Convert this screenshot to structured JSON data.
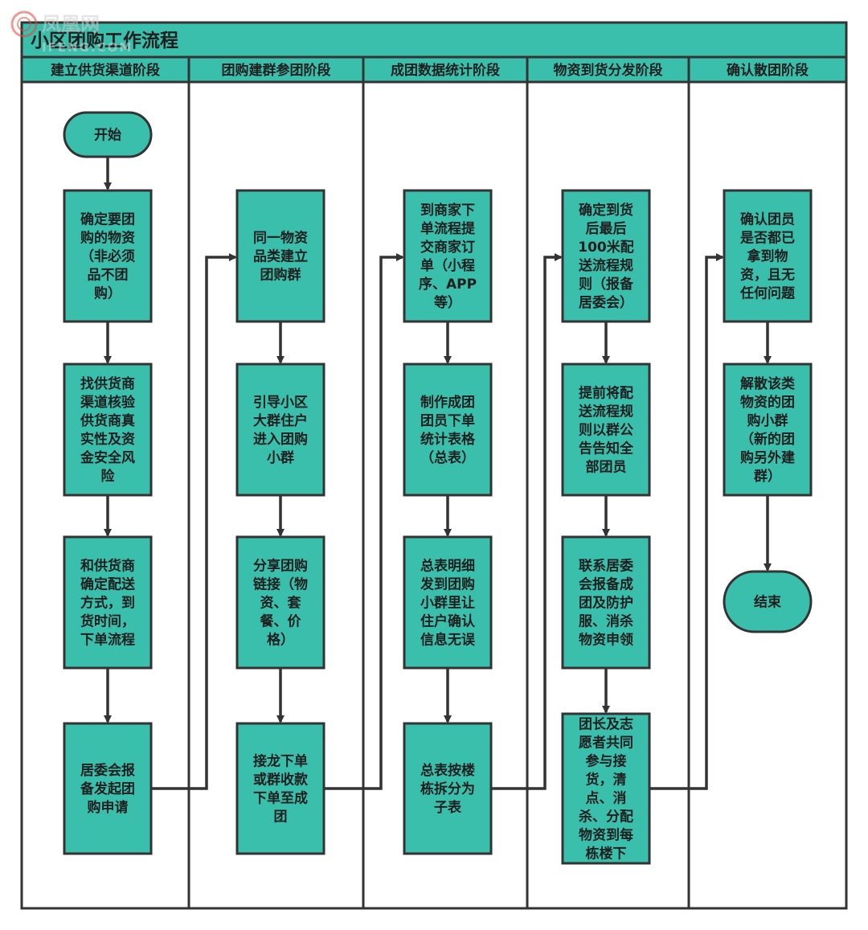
{
  "watermark": {
    "brand": "凤凰网",
    "domain": "IFENG.COM"
  },
  "title": "小区团购工作流程",
  "lanes": [
    {
      "label": "建立供货渠道阶段"
    },
    {
      "label": "团购建群参团阶段"
    },
    {
      "label": "成团数据统计阶段"
    },
    {
      "label": "物资到货分发阶段"
    },
    {
      "label": "确认散团阶段"
    }
  ],
  "nodes": {
    "start": {
      "kind": "terminal",
      "lines": [
        "开始"
      ]
    },
    "n1_1": {
      "kind": "process",
      "lines": [
        "确定要团",
        "购的物资",
        "（非必须",
        "品不团",
        "购）"
      ]
    },
    "n1_2": {
      "kind": "process",
      "lines": [
        "找供货商",
        "渠道核验",
        "供货商真",
        "实性及资",
        "金安全风",
        "险"
      ]
    },
    "n1_3": {
      "kind": "process",
      "lines": [
        "和供货商",
        "确定配送",
        "方式，到",
        "货时间，",
        "下单流程"
      ]
    },
    "n1_4": {
      "kind": "process",
      "lines": [
        "居委会报",
        "备发起团",
        "购申请"
      ]
    },
    "n2_1": {
      "kind": "process",
      "lines": [
        "同一物资",
        "品类建立",
        "团购群"
      ]
    },
    "n2_2": {
      "kind": "process",
      "lines": [
        "引导小区",
        "大群住户",
        "进入团购",
        "小群"
      ]
    },
    "n2_3": {
      "kind": "process",
      "lines": [
        "分享团购",
        "链接（物",
        "资、套",
        "餐、价",
        "格）"
      ]
    },
    "n2_4": {
      "kind": "process",
      "lines": [
        "接龙下单",
        "或群收款",
        "下单至成",
        "团"
      ]
    },
    "n3_1": {
      "kind": "process",
      "lines": [
        "到商家下",
        "单流程提",
        "交商家订",
        "单（小程",
        "序、APP",
        "等）"
      ]
    },
    "n3_2": {
      "kind": "process",
      "lines": [
        "制作成团",
        "团员下单",
        "统计表格",
        "（总表）"
      ]
    },
    "n3_3": {
      "kind": "process",
      "lines": [
        "总表明细",
        "发到团购",
        "小群里让",
        "住户确认",
        "信息无误"
      ]
    },
    "n3_4": {
      "kind": "process",
      "lines": [
        "总表按楼",
        "栋拆分为",
        "子表"
      ]
    },
    "n4_1": {
      "kind": "process",
      "lines": [
        "确定到货",
        "后最后",
        "100米配",
        "送流程规",
        "则（报备",
        "居委会）"
      ]
    },
    "n4_2": {
      "kind": "process",
      "lines": [
        "提前将配",
        "送流程规",
        "则以群公",
        "告告知全",
        "部团员"
      ]
    },
    "n4_3": {
      "kind": "process",
      "lines": [
        "联系居委",
        "会报备成",
        "团及防护",
        "服、消杀",
        "物资申领"
      ]
    },
    "n4_4": {
      "kind": "process",
      "lines": [
        "团长及志",
        "愿者共同",
        "参与接",
        "货，清",
        "点、消",
        "杀、分配",
        "物资到每",
        "栋楼下"
      ]
    },
    "n5_1": {
      "kind": "process",
      "lines": [
        "确认团员",
        "是否都已",
        "拿到物",
        "资，且无",
        "任何问题"
      ]
    },
    "n5_2": {
      "kind": "process",
      "lines": [
        "解散该类",
        "物资的团",
        "购小群",
        "（新的团",
        "购另外建",
        "群）"
      ]
    },
    "end": {
      "kind": "terminal",
      "lines": [
        "结束"
      ]
    }
  },
  "edges": [
    {
      "from": "start",
      "to": "n1_1"
    },
    {
      "from": "n1_1",
      "to": "n1_2"
    },
    {
      "from": "n1_2",
      "to": "n1_3"
    },
    {
      "from": "n1_3",
      "to": "n1_4"
    },
    {
      "from": "n1_4",
      "to": "n2_1"
    },
    {
      "from": "n2_1",
      "to": "n2_2"
    },
    {
      "from": "n2_2",
      "to": "n2_3"
    },
    {
      "from": "n2_3",
      "to": "n2_4"
    },
    {
      "from": "n2_4",
      "to": "n3_1"
    },
    {
      "from": "n3_1",
      "to": "n3_2"
    },
    {
      "from": "n3_2",
      "to": "n3_3"
    },
    {
      "from": "n3_3",
      "to": "n3_4"
    },
    {
      "from": "n3_4",
      "to": "n4_1"
    },
    {
      "from": "n4_1",
      "to": "n4_2"
    },
    {
      "from": "n4_2",
      "to": "n4_3"
    },
    {
      "from": "n4_3",
      "to": "n4_4"
    },
    {
      "from": "n4_4",
      "to": "n5_1"
    },
    {
      "from": "n5_1",
      "to": "n5_2"
    },
    {
      "from": "n5_2",
      "to": "end"
    }
  ],
  "colors": {
    "fill": "#3bbfad",
    "stroke": "#333333",
    "text": "#1f1f1f",
    "watermark": "#e04a3c"
  }
}
